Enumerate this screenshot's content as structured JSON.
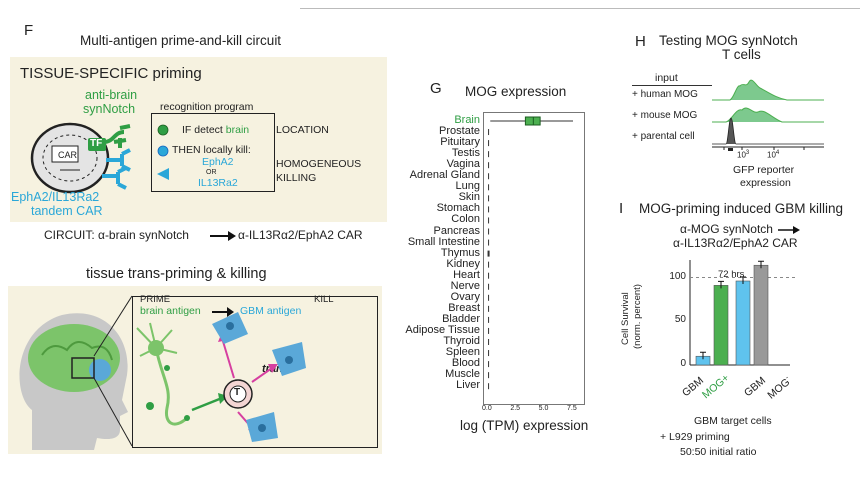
{
  "panel_f": {
    "letter": "F",
    "title": "Multi-antigen prime-and-kill circuit",
    "box_title": "TISSUE-SPECIFIC priming",
    "anti_brain_1": "anti-brain",
    "anti_brain_2": "synNotch",
    "tf": "TF",
    "car": "CAR",
    "epha_label_1": "EphA2/IL13Ra2",
    "epha_label_2": "tandem CAR",
    "recognition_title": "recognition program",
    "if_detect": "IF detect ",
    "if_brain": "brain",
    "then_kill": "THEN locally kill:",
    "epha2": "EphA2",
    "or": "OR",
    "il13ra2": "IL13Ra2",
    "location": "LOCATION",
    "homogeneous": "HOMOGENEOUS",
    "killing": "KILLING",
    "circuit_prefix": "CIRCUIT:  α-brain synNotch",
    "circuit_suffix": "α-IL13Rα2/EphA2 CAR",
    "trans_title": "tissue trans-priming & killing",
    "prime": "PRIME",
    "brain_antigen": "brain antigen",
    "kill": "KILL",
    "gbm_antigen": "GBM antigen",
    "t_cell": "T",
    "trans": "trans"
  },
  "panel_g": {
    "letter": "G",
    "title": "MOG expression",
    "xlabel": "log (TPM) expression",
    "tissues": [
      "Brain",
      "Prostate",
      "Pituitary",
      "Testis",
      "Vagina",
      "Adrenal Gland",
      "Lung",
      "Skin",
      "Stomach",
      "Colon",
      "Pancreas",
      "Small Intestine",
      "Thymus",
      "Kidney",
      "Heart",
      "Nerve",
      "Ovary",
      "Breast",
      "Bladder",
      "Adipose Tissue",
      "Thyroid",
      "Spleen",
      "Blood",
      "Muscle",
      "Liver"
    ],
    "xticks": [
      "0.0",
      "2.5",
      "5.0",
      "7.5"
    ],
    "chart_data": {
      "type": "box",
      "categories": [
        "Brain",
        "Prostate",
        "Pituitary",
        "Testis",
        "Vagina",
        "Adrenal Gland",
        "Lung",
        "Skin",
        "Stomach",
        "Colon",
        "Pancreas",
        "Small Intestine",
        "Thymus",
        "Kidney",
        "Heart",
        "Nerve",
        "Ovary",
        "Breast",
        "Bladder",
        "Adipose Tissue",
        "Thyroid",
        "Spleen",
        "Blood",
        "Muscle",
        "Liver"
      ],
      "brain": {
        "min": 0.2,
        "q1": 3.3,
        "median": 4.0,
        "q3": 4.6,
        "max": 7.5
      },
      "others_median": 0.05,
      "xlim": [
        0,
        7.5
      ]
    }
  },
  "panel_h": {
    "letter": "H",
    "title_1": "Testing MOG synNotch",
    "title_2": "T cells",
    "input": "input",
    "rows": [
      "+ human MOG",
      "+ mouse MOG",
      "+ parental cell"
    ],
    "tick_1": "10",
    "tick_1_exp": "3",
    "tick_2": "10",
    "tick_2_exp": "4",
    "xlabel_1": "GFP reporter",
    "xlabel_2": "expression"
  },
  "panel_i": {
    "letter": "I",
    "title": "MOG-priming induced GBM killing",
    "sub_1": "α-MOG synNotch",
    "sub_2": "α-IL13Rα2/EphA2 CAR",
    "hrs": "72 hrs",
    "ylabel_1": "Cell Survival",
    "ylabel_2": "(norm. percent)",
    "yticks": [
      "0",
      "50",
      "100"
    ],
    "groups": [
      "GBM",
      "MOG+",
      "GBM",
      "MOG"
    ],
    "group_sup": "-",
    "xlabel": "GBM target cells",
    "foot_1": "+ L929 priming",
    "foot_2": "50:50 initial ratio",
    "chart_data": {
      "type": "bar",
      "categories": [
        "GBM (MOG+)",
        "GBM (MOG-)"
      ],
      "series": [
        {
          "values": [
            10,
            96
          ],
          "color": "#5fc3ee"
        },
        {
          "values": [
            91,
            114
          ],
          "color": "#999999"
        }
      ],
      "ylim": [
        0,
        120
      ]
    }
  },
  "colors": {
    "bg_panel": "#f6f2e0",
    "green": "#2f9e44",
    "blue": "#2aa7d8"
  }
}
